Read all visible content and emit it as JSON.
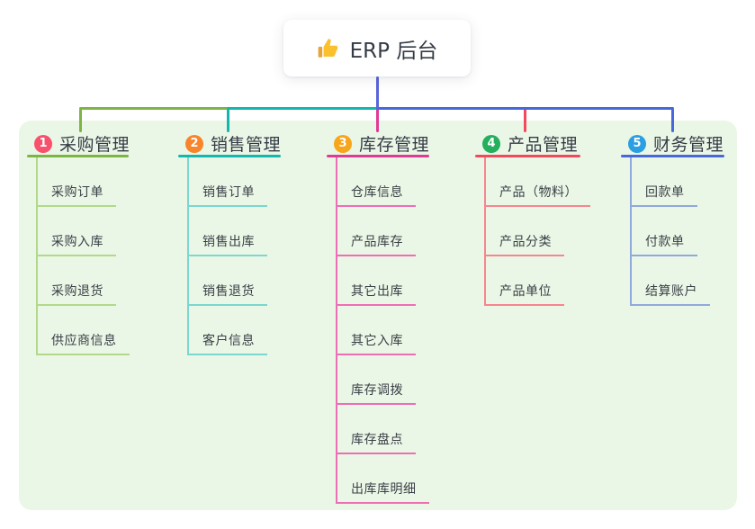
{
  "root": {
    "title": "ERP 后台",
    "icon": "thumbs-up-icon"
  },
  "branches": [
    {
      "badge": "1",
      "label": "采购管理",
      "color": "#7cb544",
      "light_color": "#b2d98a",
      "badge_color": "#f8516d",
      "children": [
        "采购订单",
        "采购入库",
        "采购退货",
        "供应商信息"
      ]
    },
    {
      "badge": "2",
      "label": "销售管理",
      "color": "#12b7ad",
      "light_color": "#7bd7cf",
      "badge_color": "#f8842c",
      "children": [
        "销售订单",
        "销售出库",
        "销售退货",
        "客户信息"
      ]
    },
    {
      "badge": "3",
      "label": "库存管理",
      "color": "#e03a95",
      "light_color": "#ee6eb5",
      "badge_color": "#f7a51b",
      "children": [
        "仓库信息",
        "产品库存",
        "其它出库",
        "其它入库",
        "库存调拨",
        "库存盘点",
        "出库库明细"
      ]
    },
    {
      "badge": "4",
      "label": "产品管理",
      "color": "#f4495c",
      "light_color": "#f5868f",
      "badge_color": "#23af5e",
      "children": [
        "产品（物料）",
        "产品分类",
        "产品单位"
      ]
    },
    {
      "badge": "5",
      "label": "财务管理",
      "color": "#4767dc",
      "light_color": "#8fa9dc",
      "badge_color": "#2b9fe3",
      "children": [
        "回款单",
        "付款单",
        "结算账户"
      ]
    }
  ],
  "colors": {
    "canvas_bg": "#ffffff",
    "panel_bg": "#ebf7e6",
    "root_connector": "#5a65d8",
    "title_text": "#353b46",
    "node_text": "#3a3f47"
  }
}
